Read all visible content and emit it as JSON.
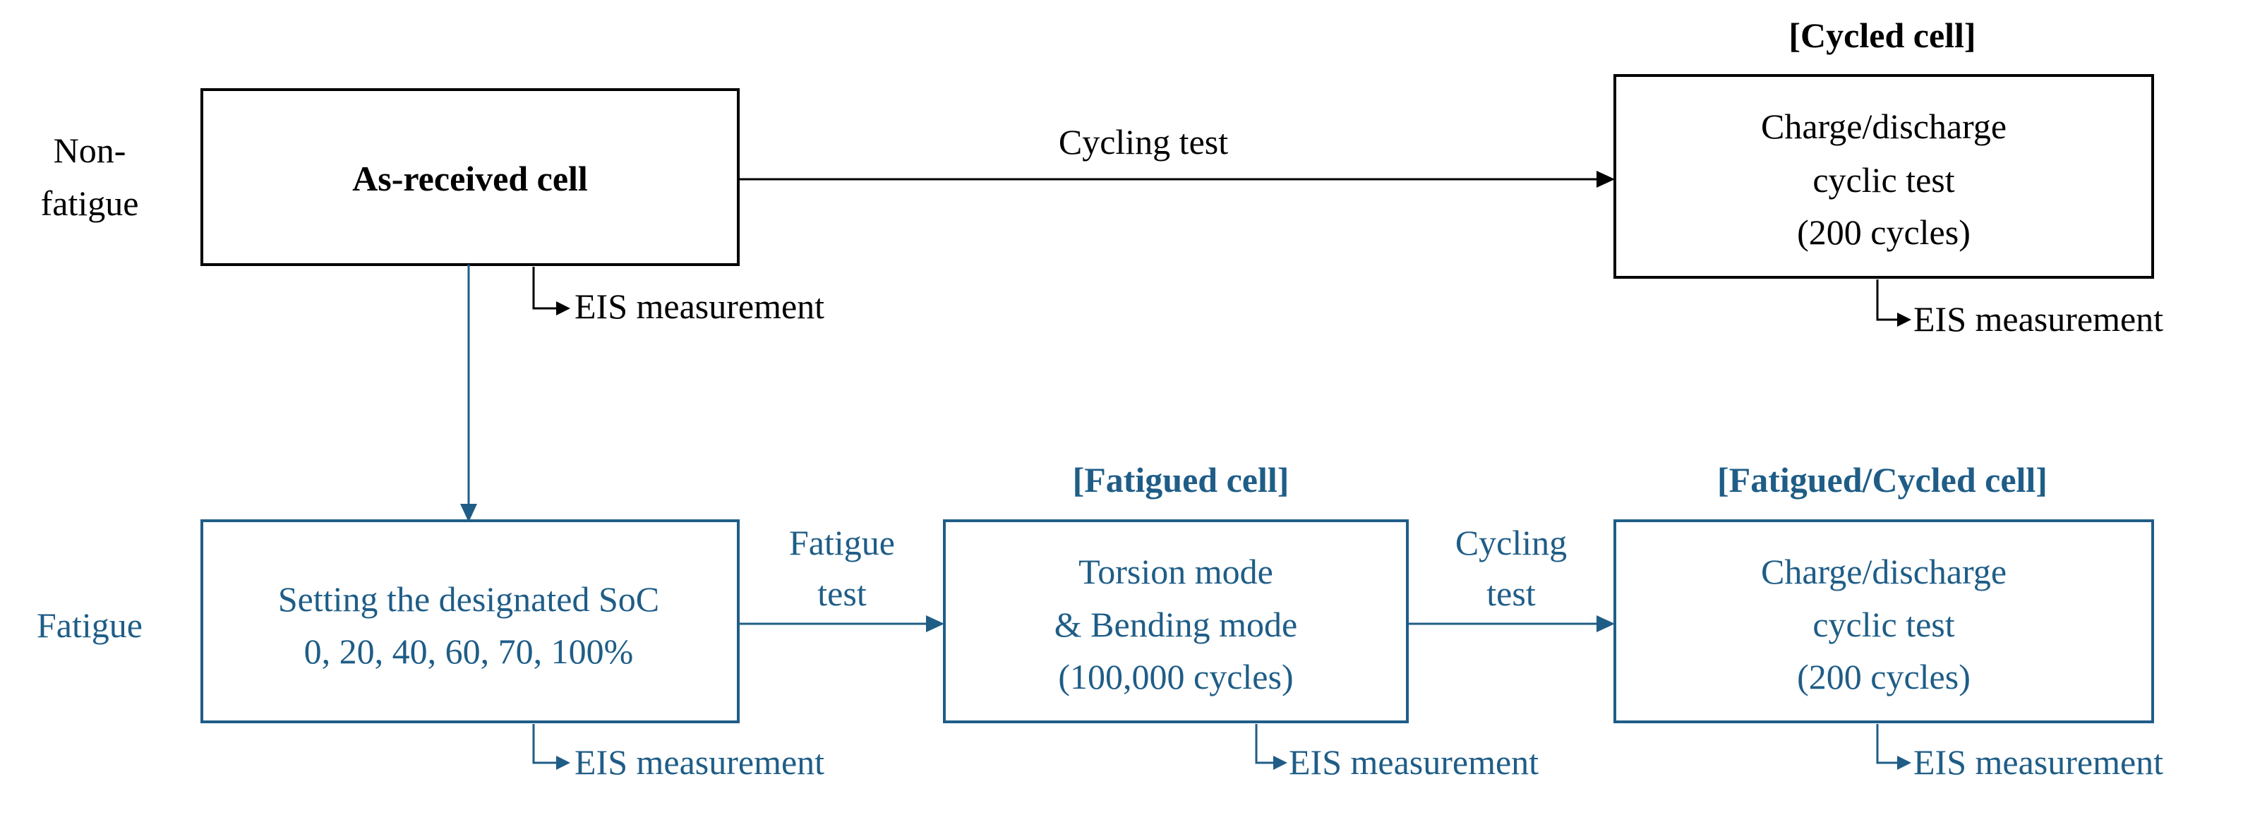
{
  "colors": {
    "black": "#000000",
    "blue": "#1F5D87"
  },
  "rows": {
    "non_fatigue_line1": "Non-",
    "non_fatigue_line2": "fatigue",
    "fatigue": "Fatigue"
  },
  "boxes": {
    "as_received": {
      "label": "As-received cell",
      "eis": "EIS measurement"
    },
    "cycled": {
      "header": "[Cycled cell]",
      "line1": "Charge/discharge",
      "line2": "cyclic test",
      "line3": "(200 cycles)",
      "eis": "EIS measurement"
    },
    "soc": {
      "line1": "Setting the designated SoC",
      "line2": "0, 20, 40, 60, 70, 100%",
      "eis": "EIS measurement"
    },
    "fatigued": {
      "header": "[Fatigued cell]",
      "line1": "Torsion mode",
      "line2": "& Bending mode",
      "line3": "(100,000 cycles)",
      "eis": "EIS measurement"
    },
    "fatigued_cycled": {
      "header": "[Fatigued/Cycled cell]",
      "line1": "Charge/discharge",
      "line2": "cyclic test",
      "line3": "(200 cycles)",
      "eis": "EIS measurement"
    }
  },
  "edges": {
    "cycling_test_top": "Cycling test",
    "fatigue_test_line1": "Fatigue",
    "fatigue_test_line2": "test",
    "cycling_test_bottom_line1": "Cycling",
    "cycling_test_bottom_line2": "test"
  }
}
